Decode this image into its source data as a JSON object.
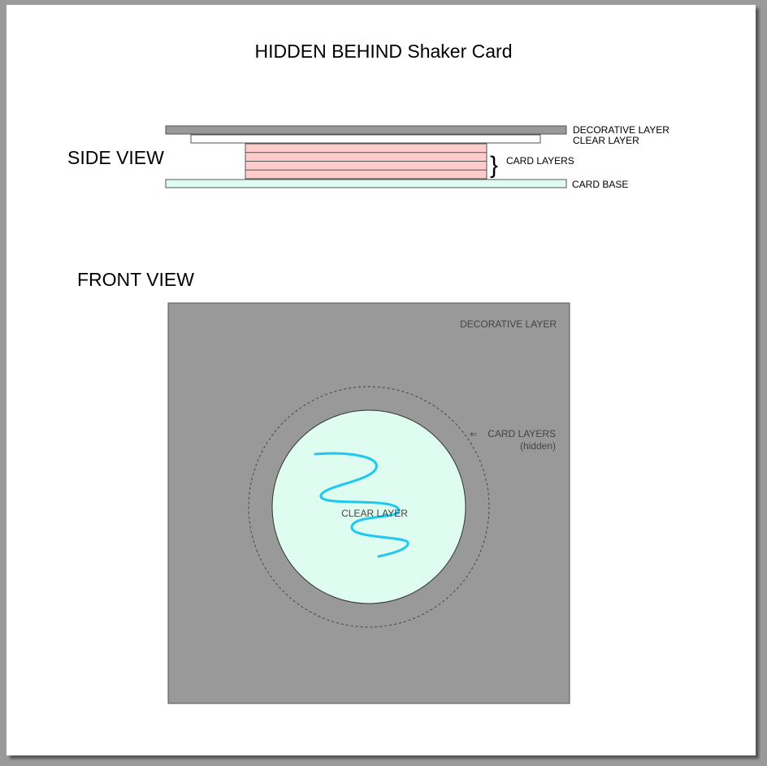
{
  "title": "HIDDEN BEHIND Shaker Card",
  "side_view": {
    "label": "SIDE VIEW",
    "decorative_layer": "DECORATIVE LAYER",
    "clear_layer": "CLEAR LAYER",
    "card_layers": "CARD LAYERS",
    "card_base": "CARD BASE"
  },
  "front_view": {
    "label": "FRONT VIEW",
    "decorative_layer": "DECORATIVE LAYER",
    "card_layers": "CARD LAYERS",
    "card_layers_note": "(hidden)",
    "clear_layer": "CLEAR LAYER"
  },
  "colors": {
    "background": "#9a9a9a",
    "decorative": "#999999",
    "card_layers": "#ffcccc",
    "card_base": "#dffcf1",
    "clear_window": "#dffcf1",
    "squiggle": "#1ec8f0"
  }
}
